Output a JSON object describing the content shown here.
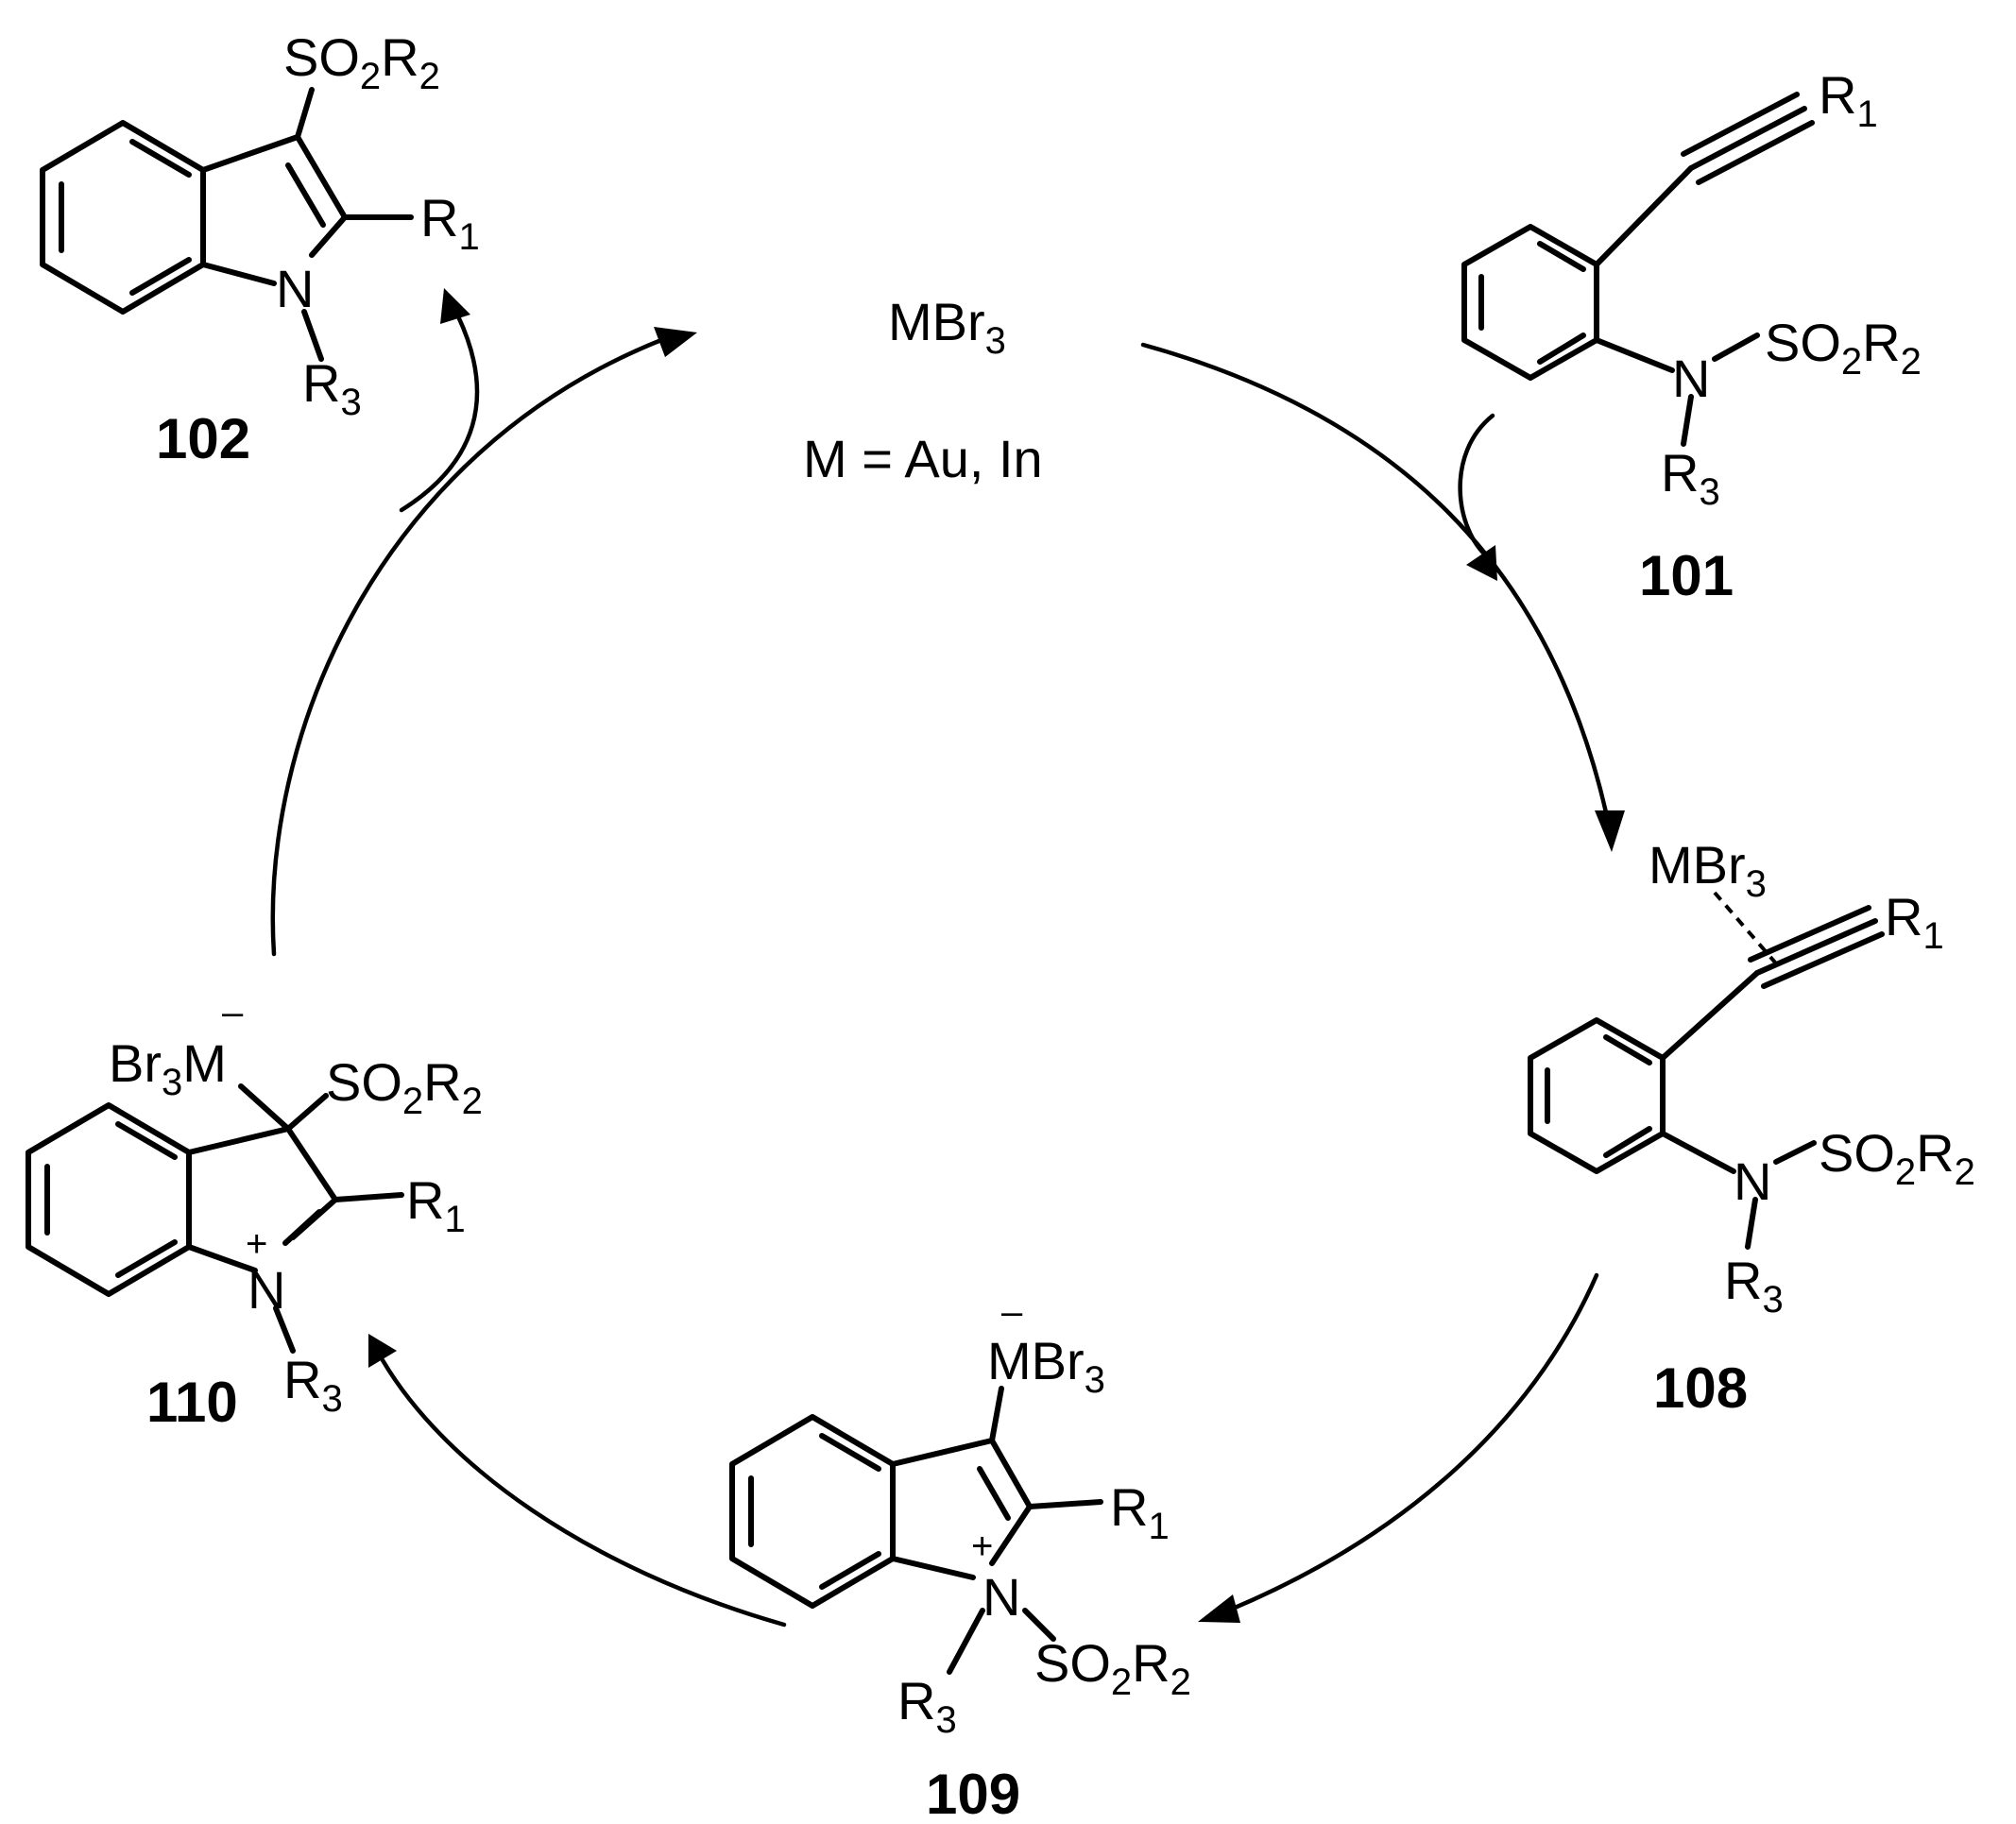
{
  "catalyst": {
    "formula": {
      "main": "MBr",
      "sub": "3"
    },
    "note": "M = Au, In"
  },
  "compounds": {
    "c101": {
      "id": "101",
      "r1": {
        "main": "R",
        "sub": "1"
      },
      "n": "N",
      "so2r2": {
        "a": "SO",
        "s1": "2",
        "b": "R",
        "s2": "2"
      },
      "r3": {
        "main": "R",
        "sub": "3"
      }
    },
    "c108": {
      "id": "108",
      "mbr3": {
        "main": "MBr",
        "sub": "3"
      },
      "r1": {
        "main": "R",
        "sub": "1"
      },
      "n": "N",
      "so2r2": {
        "a": "SO",
        "s1": "2",
        "b": "R",
        "s2": "2"
      },
      "r3": {
        "main": "R",
        "sub": "3"
      }
    },
    "c109": {
      "id": "109",
      "mbr3": {
        "main": "MBr",
        "sub": "3"
      },
      "minus": "–",
      "plus": "+",
      "r1": {
        "main": "R",
        "sub": "1"
      },
      "n": "N",
      "so2r2": {
        "a": "SO",
        "s1": "2",
        "b": "R",
        "s2": "2"
      },
      "r3": {
        "main": "R",
        "sub": "3"
      }
    },
    "c110": {
      "id": "110",
      "br3m": {
        "a": "Br",
        "s": "3",
        "b": "M"
      },
      "minus": "–",
      "plus": "+",
      "so2r2": {
        "a": "SO",
        "s1": "2",
        "b": "R",
        "s2": "2"
      },
      "r1": {
        "main": "R",
        "sub": "1"
      },
      "n": "N",
      "r3": {
        "main": "R",
        "sub": "3"
      }
    },
    "c102": {
      "id": "102",
      "so2r2": {
        "a": "SO",
        "s1": "2",
        "b": "R",
        "s2": "2"
      },
      "r1": {
        "main": "R",
        "sub": "1"
      },
      "n": "N",
      "r3": {
        "main": "R",
        "sub": "3"
      }
    }
  }
}
